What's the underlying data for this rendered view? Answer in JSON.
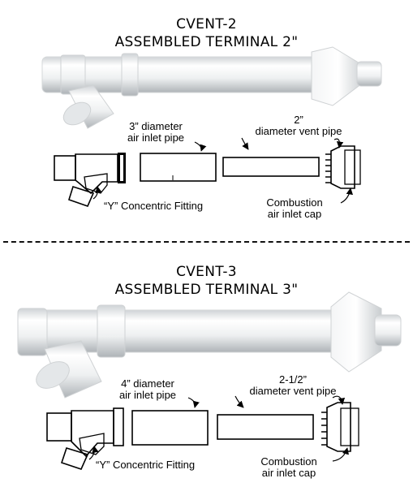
{
  "top": {
    "model": "CVENT-2",
    "subtitle": "ASSEMBLED TERMINAL 2\"",
    "labels": {
      "air_inlet_pipe_1": "3” diameter",
      "air_inlet_pipe_2": "air inlet pipe",
      "vent_pipe_1": "2”",
      "vent_pipe_2": "diameter vent pipe",
      "y_fitting": "“Y” Concentric Fitting",
      "cap_1": "Combustion",
      "cap_2": "air inlet cap"
    }
  },
  "bottom": {
    "model": "CVENT-3",
    "subtitle": "ASSEMBLED TERMINAL 3\"",
    "labels": {
      "air_inlet_pipe_1": "4” diameter",
      "air_inlet_pipe_2": "air inlet pipe",
      "vent_pipe_1": "2-1/2”",
      "vent_pipe_2": "diameter vent pipe",
      "y_fitting": "“Y” Concentric Fitting",
      "cap_1": "Combustion",
      "cap_2": "air inlet cap"
    }
  }
}
